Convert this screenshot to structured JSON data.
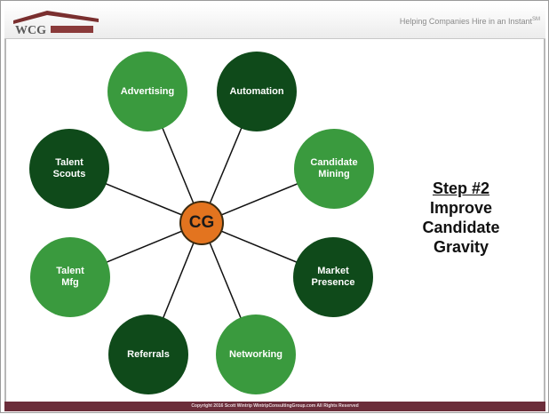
{
  "header": {
    "logo_text": "WCG",
    "tagline": "Helping Companies Hire in an Instant",
    "tagline_mark": "SM"
  },
  "center": {
    "label": "CG",
    "color": "#e3741f"
  },
  "nodes": [
    {
      "label": "Advertising",
      "shade": "light"
    },
    {
      "label": "Automation",
      "shade": "dark"
    },
    {
      "label": "Candidate\nMining",
      "shade": "light"
    },
    {
      "label": "Market\nPresence",
      "shade": "dark"
    },
    {
      "label": "Networking",
      "shade": "light"
    },
    {
      "label": "Referrals",
      "shade": "dark"
    },
    {
      "label": "Talent\nMfg",
      "shade": "light"
    },
    {
      "label": "Talent\nScouts",
      "shade": "dark"
    }
  ],
  "step": {
    "title": "Step #2",
    "lines": [
      "Improve",
      "Candidate",
      "Gravity"
    ]
  },
  "footer": {
    "text": "Copyright 2016  Scott Wintrip  WintripConsultingGroup.com   All Rights Reserved"
  },
  "colors": {
    "light_green": "#3a9a3e",
    "dark_green": "#0f4a1a",
    "footer_bar": "#6b2d3a"
  }
}
